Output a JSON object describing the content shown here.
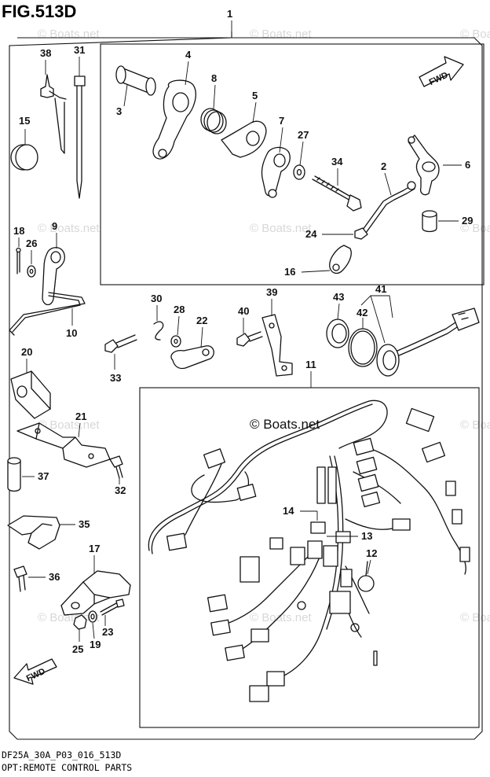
{
  "figure": {
    "title": "FIG.513D"
  },
  "footer": {
    "model_code": "DF25A_30A_P03_016_513D",
    "caption": "OPT:REMOTE CONTROL PARTS"
  },
  "watermarks": {
    "small": "© Boats.net",
    "center": "© Boats.net"
  },
  "fwd_label": "FWD",
  "callouts": {
    "p1": "1",
    "p2": "2",
    "p3": "3",
    "p4": "4",
    "p5": "5",
    "p6": "6",
    "p7": "7",
    "p8": "8",
    "p9": "9",
    "p10": "10",
    "p11": "11",
    "p12": "12",
    "p13": "13",
    "p14": "14",
    "p15": "15",
    "p16": "16",
    "p17": "17",
    "p18": "18",
    "p19": "19",
    "p20": "20",
    "p21": "21",
    "p22": "22",
    "p23": "23",
    "p24": "24",
    "p25": "25",
    "p26": "26",
    "p27": "27",
    "p28": "28",
    "p29": "29",
    "p30": "30",
    "p31": "31",
    "p32": "32",
    "p33": "33",
    "p34": "34",
    "p35": "35",
    "p36": "36",
    "p37": "37",
    "p38": "38",
    "p39": "39",
    "p40": "40",
    "p41": "41",
    "p42": "42",
    "p43": "43"
  }
}
